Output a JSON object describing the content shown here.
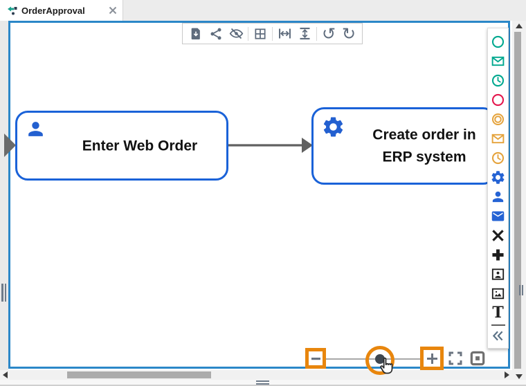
{
  "tab_bar": {
    "tab": {
      "title": "OrderApproval",
      "icon": "process-diagram-icon",
      "close_icon": "close-icon",
      "active": true
    }
  },
  "toolbar": {
    "icons": [
      "export-file-icon",
      "share-icon",
      "hide-visibility-icon",
      "grid-icon",
      "match-width-icon",
      "match-height-icon",
      "undo-icon",
      "redo-icon"
    ],
    "undo_glyph": "↺",
    "redo_glyph": "↻"
  },
  "diagram": {
    "tasks": [
      {
        "label": "Enter Web Order",
        "icon": "user-task-icon"
      },
      {
        "label": "Create order in ERP system",
        "icon": "service-task-icon"
      }
    ],
    "connectors": [
      "incoming-sequence-flow-arrow",
      "sequence-flow-arrow"
    ],
    "task_border_color": "#1a62d8",
    "canvas_border_color": "#2b87c8"
  },
  "palette": {
    "items": [
      {
        "name": "start-event-icon",
        "color": "#00a88f"
      },
      {
        "name": "message-start-event-icon",
        "color": "#00a88f"
      },
      {
        "name": "timer-start-event-icon",
        "color": "#00a88f"
      },
      {
        "name": "end-event-icon",
        "color": "#e4174d"
      },
      {
        "name": "intermediate-event-icon",
        "color": "#e5a33c"
      },
      {
        "name": "message-intermediate-event-icon",
        "color": "#e5a33c"
      },
      {
        "name": "timer-intermediate-event-icon",
        "color": "#e5a33c"
      },
      {
        "name": "service-task-icon",
        "color": "#2563d4"
      },
      {
        "name": "user-task-icon",
        "color": "#2563d4"
      },
      {
        "name": "send-task-icon",
        "color": "#2563d4"
      },
      {
        "name": "exclusive-gateway-icon",
        "color": "#1e1e1e"
      },
      {
        "name": "parallel-gateway-icon",
        "color": "#1e1e1e"
      },
      {
        "name": "participant-icon",
        "color": "#1e1e1e"
      },
      {
        "name": "image-annotation-icon",
        "color": "#1e1e1e"
      },
      {
        "name": "text-annotation-icon",
        "color": "#1e1e1e"
      },
      {
        "name": "collapse-palette-icon",
        "color": "#5b7286"
      }
    ],
    "text_annotation_glyph": "T"
  },
  "zoom_controls": {
    "zoom_out_icon": "minus-icon",
    "zoom_in_icon": "plus-icon",
    "slider_icon": "zoom-slider",
    "fit_screen_icon": "fit-screen-icon",
    "reset_view_icon": "reset-view-icon",
    "cursor_icon": "hand-cursor-icon",
    "highlight_color": "#e8860d"
  },
  "scrollbars": {
    "vertical": {
      "up_icon": "scroll-up-icon",
      "down_icon": "scroll-down-icon",
      "splitter_icon": "vertical-splitter-grip"
    },
    "horizontal": {
      "left_icon": "scroll-left-icon",
      "right_icon": "scroll-right-icon",
      "splitter_icon": "horizontal-splitter-grip"
    }
  }
}
